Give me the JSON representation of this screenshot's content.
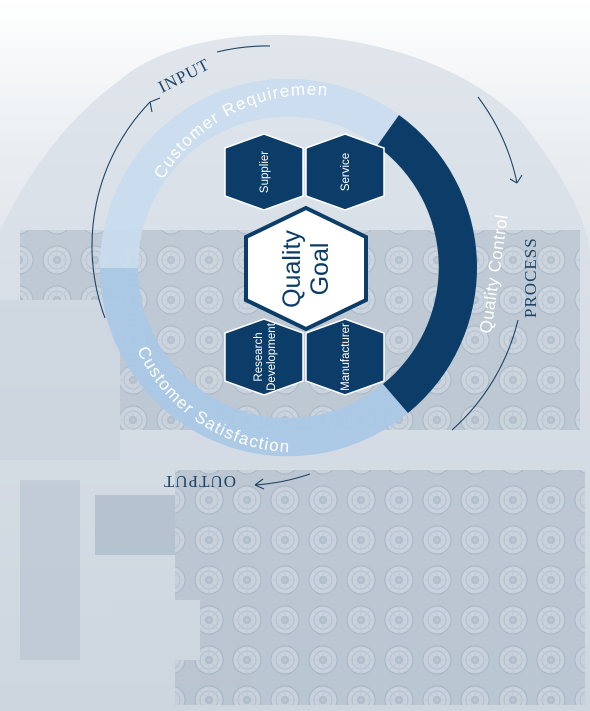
{
  "diagram": {
    "center": {
      "line1": "Quality",
      "line2": "Goal"
    },
    "hexagons": [
      {
        "id": "supplier",
        "lines": [
          "Supplier"
        ]
      },
      {
        "id": "service",
        "lines": [
          "Service"
        ]
      },
      {
        "id": "research-development",
        "lines": [
          "Research",
          "Development"
        ]
      },
      {
        "id": "manufacturer",
        "lines": [
          "Manufacturer"
        ]
      }
    ],
    "ring_labels": {
      "top": "Customer Requirement",
      "right": "Quality Control",
      "bottom": "Customer Satisfaction"
    },
    "arrow_labels": {
      "input": "INPUT",
      "process": "PROCESS",
      "output": "OUTPUT"
    }
  },
  "colors": {
    "dark_navy": "#0b3d68",
    "ring_light": "#c9dcee",
    "ring_mid": "#aac8e6",
    "arrow_line": "#1f4466",
    "center_stroke": "#0b3d68"
  }
}
